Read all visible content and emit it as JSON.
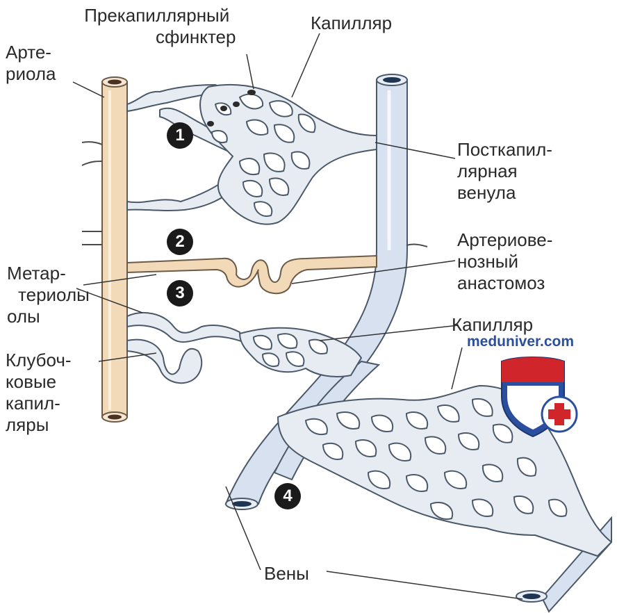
{
  "labels": {
    "precap_sphincter": [
      "Прекапиллярный",
      "сфинктер"
    ],
    "capillary_top": "Капилляр",
    "arteriole": [
      "Арте-",
      "риола"
    ],
    "postcap_venule": [
      "Посткапил-",
      "лярная",
      "венула"
    ],
    "av_anastomosis": [
      "Артериове-",
      "нозный",
      "анастомоз"
    ],
    "metarterioles": [
      "Метар-",
      "териолы",
      "олы"
    ],
    "capillary_bottom": "Капилляр",
    "glomerular_caps": [
      "Клубоч-",
      "ковые",
      "капил-",
      "ляры"
    ],
    "veins": "Вены"
  },
  "numbers": [
    "1",
    "2",
    "3",
    "4"
  ],
  "brand": "meduniver.com",
  "colors": {
    "artery": "#f2d9b8",
    "artery_stroke": "#6b5a48",
    "vein": "#d7e1ef",
    "vein_stroke": "#4a5868",
    "capillary": "#e7ebf2",
    "shield_red": "#d0262b",
    "shield_blue": "#2b4f9e"
  }
}
